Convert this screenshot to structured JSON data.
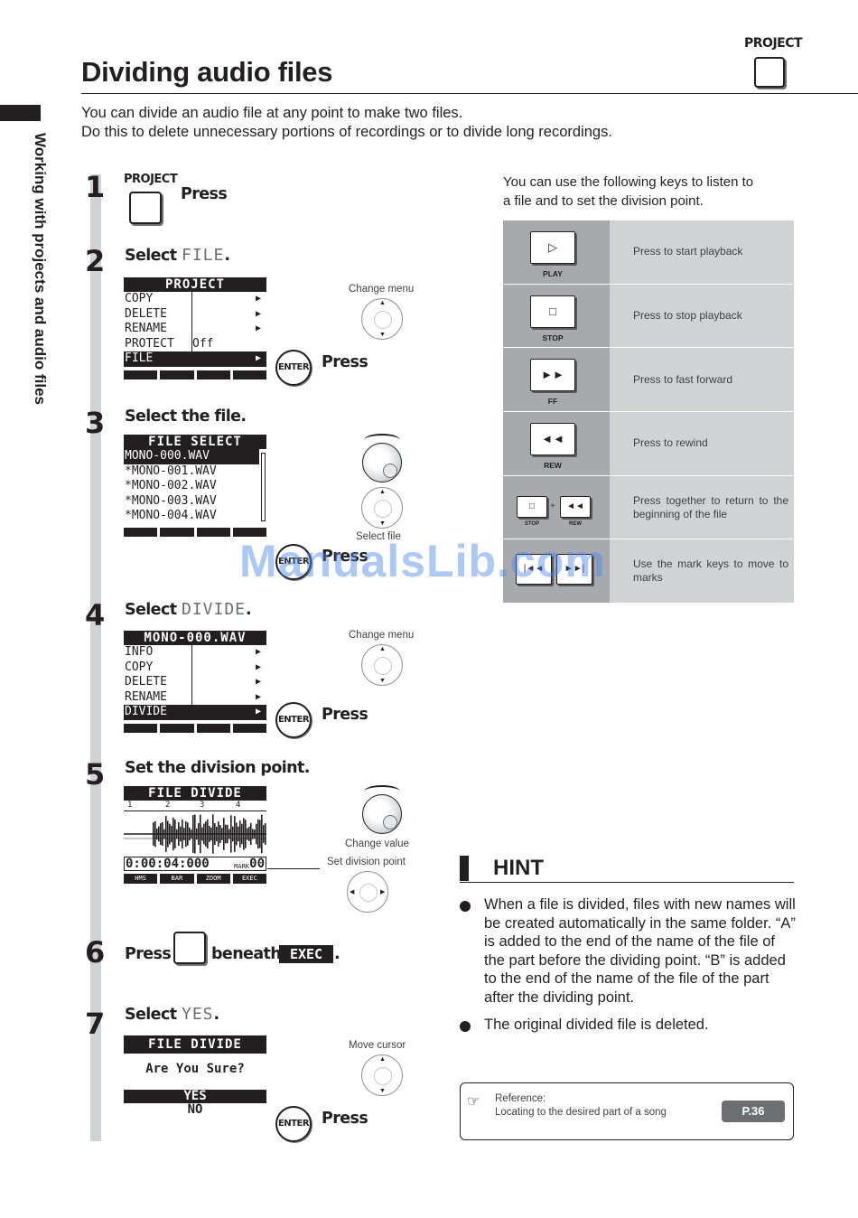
{
  "header": {
    "title": "Dividing audio files",
    "project_label": "PROJECT"
  },
  "side_tab": {
    "label": "Working with projects and audio files"
  },
  "intro": {
    "line1": "You can divide an audio file at any point to make two files.",
    "line2": "Do this to delete unnecessary portions of recordings or to divide long recordings."
  },
  "steps": [
    {
      "number": "1",
      "key_label": "PROJECT",
      "action": "Press"
    },
    {
      "number": "2",
      "title": "Select",
      "lcd_word": "FILE",
      "period": ".",
      "lcd": {
        "header": "PROJECT",
        "rows": [
          {
            "text": "COPY"
          },
          {
            "text": "DELETE"
          },
          {
            "text": "RENAME"
          },
          {
            "text": "PROTECT",
            "value": "Off"
          },
          {
            "text": "FILE"
          }
        ]
      },
      "caption": "Change menu",
      "enter_label": "ENTER",
      "action": "Press"
    },
    {
      "number": "3",
      "title": "Select the file.",
      "lcd": {
        "header": "FILE SELECT",
        "rows": [
          {
            "text": " MONO-000.WAV"
          },
          {
            "text": "*MONO-001.WAV"
          },
          {
            "text": "*MONO-002.WAV"
          },
          {
            "text": "*MONO-003.WAV"
          },
          {
            "text": "*MONO-004.WAV"
          }
        ]
      },
      "caption": "Select file",
      "enter_label": "ENTER",
      "action": "Press"
    },
    {
      "number": "4",
      "title": "Select",
      "lcd_word": "DIVIDE",
      "period": ".",
      "lcd": {
        "header": "MONO-000.WAV",
        "rows": [
          {
            "text": "INFO"
          },
          {
            "text": "COPY"
          },
          {
            "text": "DELETE"
          },
          {
            "text": "RENAME"
          },
          {
            "text": "DIVIDE"
          }
        ]
      },
      "caption": "Change menu",
      "enter_label": "ENTER",
      "action": "Press"
    },
    {
      "number": "5",
      "title": "Set the division point.",
      "lcd": {
        "header": "FILE DIVIDE",
        "markers": [
          "1",
          "2",
          "3",
          "4"
        ],
        "time": "0:00:04:000",
        "mark_label": "MARK",
        "mark_value": "00",
        "tabs": [
          "HMS",
          "BAR",
          "ZOOM",
          "EXEC"
        ]
      },
      "caption_dial": "Change value",
      "caption_pad": "Set division point"
    },
    {
      "number": "6",
      "press": "Press",
      "beneath": "beneath",
      "exec_label": "EXEC",
      "period": "."
    },
    {
      "number": "7",
      "title": "Select",
      "lcd_word": "YES",
      "period": ".",
      "lcd": {
        "header": "FILE DIVIDE",
        "question": "Are You Sure?",
        "yes": "YES",
        "no": "NO"
      },
      "caption": "Move cursor",
      "enter_label": "ENTER",
      "action": "Press"
    }
  ],
  "keys_intro": {
    "line1": "You can use the following keys to listen to",
    "line2": "a file and to set the division point."
  },
  "keys": [
    {
      "icon": "play-icon",
      "glyph": "▷",
      "label": "PLAY",
      "desc": "Press to start playback"
    },
    {
      "icon": "stop-icon",
      "glyph": "□",
      "label": "STOP",
      "desc": "Press to stop playback"
    },
    {
      "icon": "fast-forward-icon",
      "glyph": "►►",
      "label": "FF",
      "desc": "Press to fast forward"
    },
    {
      "icon": "rewind-icon",
      "glyph": "◄◄",
      "label": "REW",
      "desc": "Press to rewind"
    },
    {
      "icon": "stop-rew-icon",
      "glyph_a": "□",
      "label_a": "STOP",
      "plus": "+",
      "glyph_b": "◄◄",
      "label_b": "REW",
      "desc": "Press together to return to the beginning of the file"
    },
    {
      "icon": "mark-keys-icon",
      "glyph_a": "|◄◄",
      "glyph_b": "►►|",
      "desc": "Use the mark keys to move to marks"
    }
  ],
  "hint": {
    "title": "HINT",
    "items": [
      "When a file is divided, files with new names will be created automatically in the same folder. “A” is added to the end of the name of the file of the part before the dividing point. “B” is added to the end of the name of the file of the part after the dividing point.",
      "The original divided file is deleted."
    ]
  },
  "reference": {
    "label": "Reference:",
    "text": "Locating to the desired part of a song",
    "page": "P.36"
  },
  "watermark": "ManualsLib.com"
}
